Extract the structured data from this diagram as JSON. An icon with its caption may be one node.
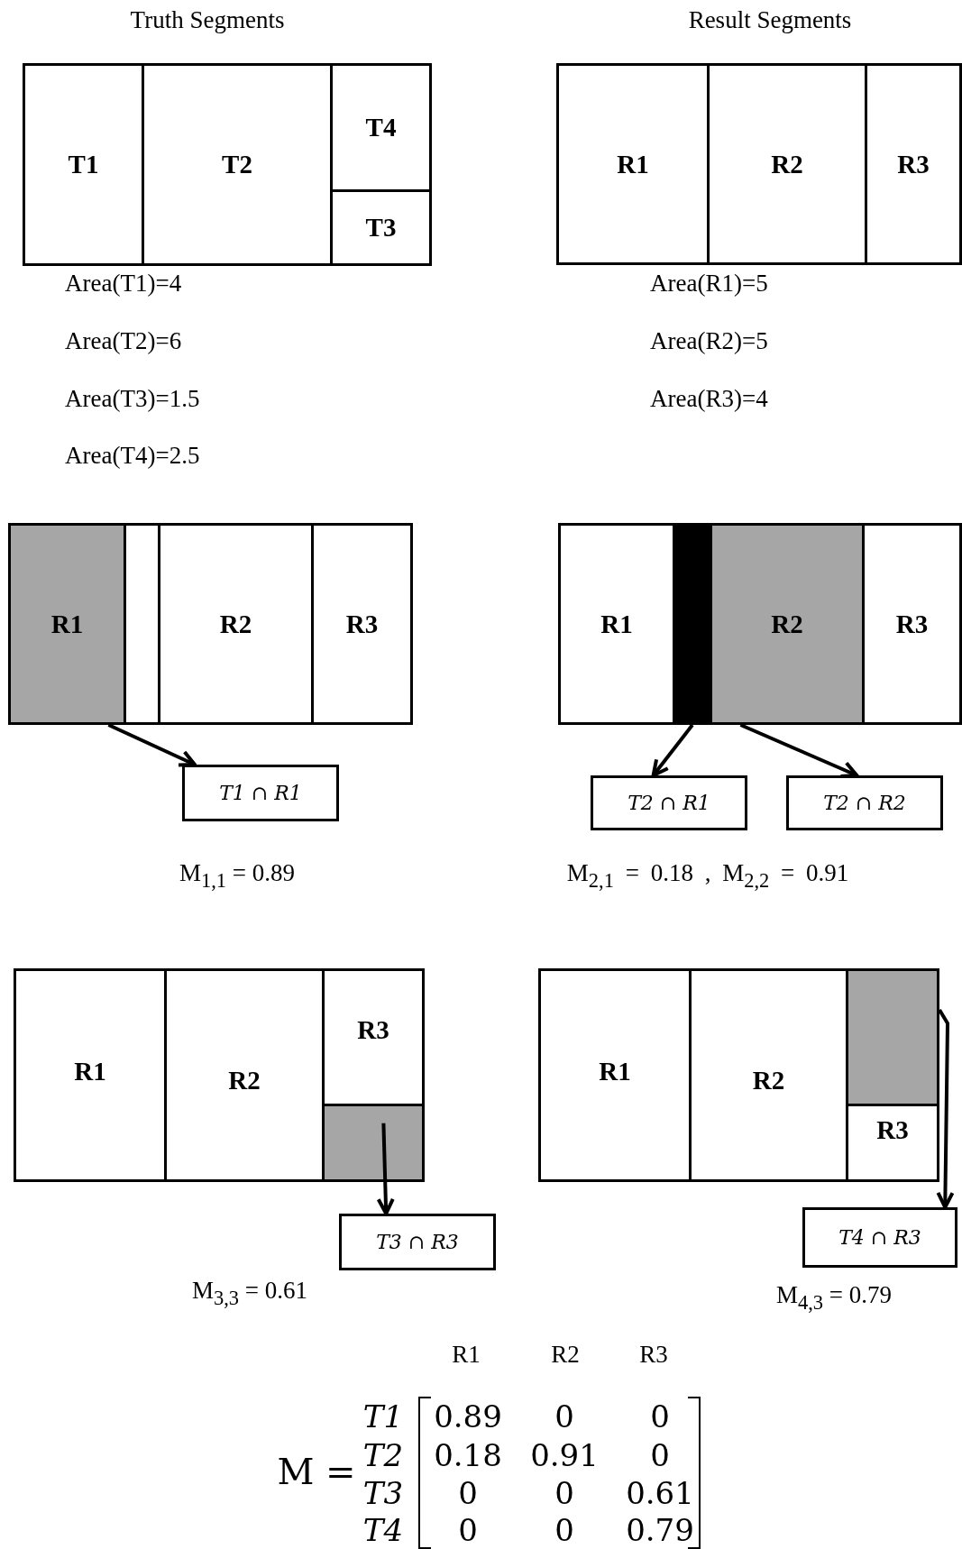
{
  "diagram": {
    "nodes": [
      {
        "text": [
          "T1"
        ]
      },
      {
        "text": [
          "T2"
        ]
      },
      {
        "text": [
          "T4"
        ]
      },
      {
        "text": [
          "T3"
        ]
      },
      {
        "text": [
          "R1"
        ]
      },
      {
        "text": [
          "R2"
        ]
      },
      {
        "text": [
          "R3"
        ]
      },
      {
        "text": [
          "R1"
        ]
      },
      {
        "text": [],
        "shape": "box"
      },
      {
        "text": [
          "R2"
        ]
      },
      {
        "text": [
          "R3"
        ]
      },
      {
        "text": [
          "T1 ∩ R1"
        ]
      },
      {
        "text": [
          "R1"
        ]
      },
      {
        "text": [],
        "shape": "bar"
      },
      {
        "text": [
          "R2"
        ]
      },
      {
        "text": [
          "R3"
        ]
      },
      {
        "text": [
          "T2 ∩ R1"
        ]
      },
      {
        "text": [
          "T2 ∩ R2"
        ]
      },
      {
        "text": [
          "R1"
        ]
      },
      {
        "text": [
          "R2"
        ]
      },
      {
        "text": [
          "R3"
        ]
      },
      {
        "text": [],
        "shape": "box"
      },
      {
        "text": [
          "T3 ∩ R3"
        ]
      },
      {
        "text": [
          "R1"
        ]
      },
      {
        "text": [
          "R2"
        ]
      },
      {
        "text": [],
        "shape": "box"
      },
      {
        "text": [
          "R3"
        ]
      },
      {
        "text": [
          "T4 ∩ R3"
        ]
      }
    ],
    "edges": [
      {
        "from": 7,
        "to": 11,
        "arrow": "to"
      },
      {
        "from": 13,
        "to": 16,
        "arrow": "to"
      },
      {
        "from": 14,
        "to": 17,
        "arrow": "to"
      },
      {
        "from": 21,
        "to": 22,
        "arrow": "to"
      },
      {
        "from": 25,
        "to": 27,
        "arrow": "to"
      }
    ],
    "labels": [
      "Truth Segments",
      "Result Segments",
      "Area(T1)=4",
      "Area(R1)=5",
      "Area(T2)=6",
      "Area(R2)=5",
      "Area(T3)=1.5",
      "Area(R3)=4",
      "Area(T4)=2.5",
      "M$_{1,1}$ = 0.89",
      "M$_{2,1}$ = 0.18 , M$_{2,2}$ = 0.91",
      "M$_{3,3}$ = 0.61",
      "M$_{4,3}$ = 0.79",
      "R1",
      "R2",
      "R3",
      "M =",
      "T1",
      "0.89",
      "0",
      "0",
      "T2",
      "0.18",
      "0.91",
      "0",
      "T3",
      "0",
      "0",
      "0.61",
      "T4",
      "0",
      "0",
      "0.79"
    ]
  }
}
